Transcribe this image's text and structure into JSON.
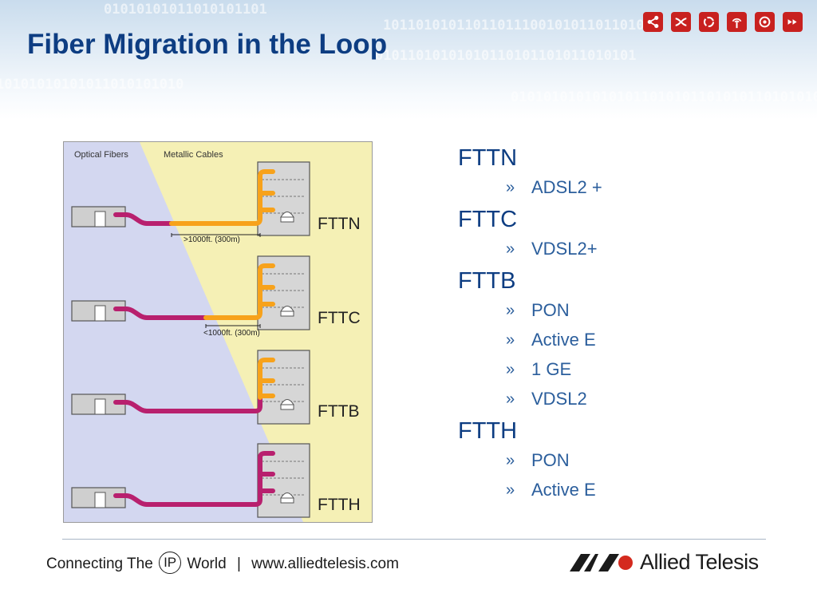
{
  "slide": {
    "title": "Fiber Migration in the Loop",
    "header_binary": [
      "01010101011010101101",
      "10110101011011011100101011011010",
      "01011010101010110101101011010101",
      "10101010101011010101010",
      "010101010101010110101011010101101010101"
    ],
    "nav_icons": [
      "share-icon",
      "shuffle-icon",
      "cycle-icon",
      "wireless-antenna-icon",
      "disc-icon",
      "forward-icon"
    ],
    "colors": {
      "title": "#0d3d82",
      "bullet": "#2b5e9c",
      "icon_tile": "#c8211f"
    }
  },
  "diagram": {
    "region_labels": {
      "optical": "Optical Fibers",
      "metallic": "Metallic Cables"
    },
    "rows": [
      {
        "label": "FTTN",
        "distance": ">1000ft. (300m)"
      },
      {
        "label": "FTTC",
        "distance": "<1000ft. (300m)"
      },
      {
        "label": "FTTB",
        "distance": ""
      },
      {
        "label": "FTTH",
        "distance": ""
      }
    ],
    "colors": {
      "optical_region": "#d3d7f0",
      "metallic_region": "#f5f0b5",
      "fiber": "#b8206e",
      "copper": "#f7a21b"
    }
  },
  "bullets": [
    {
      "heading": "FTTN",
      "items": [
        "ADSL2 +"
      ]
    },
    {
      "heading": "FTTC",
      "items": [
        "VDSL2+"
      ]
    },
    {
      "heading": "FTTB",
      "items": [
        "PON",
        "Active E",
        "1 GE",
        "VDSL2"
      ]
    },
    {
      "heading": "FTTH",
      "items": [
        "PON",
        "Active E"
      ]
    }
  ],
  "footer": {
    "tagline_before": "Connecting The",
    "tagline_ip": "IP",
    "tagline_after": "World",
    "separator": "|",
    "url": "www.alliedtelesis.com",
    "company": "Allied Telesis"
  }
}
